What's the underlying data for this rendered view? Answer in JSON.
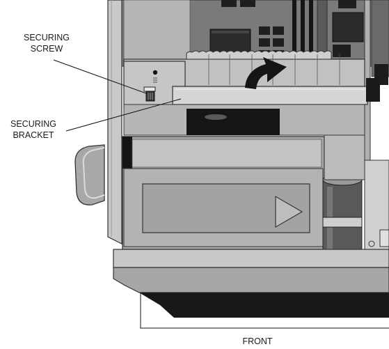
{
  "figure": {
    "labels": {
      "securing_screw_line1": "SECURING",
      "securing_screw_line2": "SCREW",
      "securing_bracket_line1": "SECURING",
      "securing_bracket_line2": "BRACKET",
      "front": "FRONT"
    },
    "colors": {
      "chassis": "#b9b9b9",
      "chassis_light": "#d4d4d4",
      "chassis_dark": "#8c8c8c",
      "board": "#6e6e6e",
      "chip": "#2a2a2a",
      "black": "#141414",
      "outline": "#333333"
    }
  }
}
